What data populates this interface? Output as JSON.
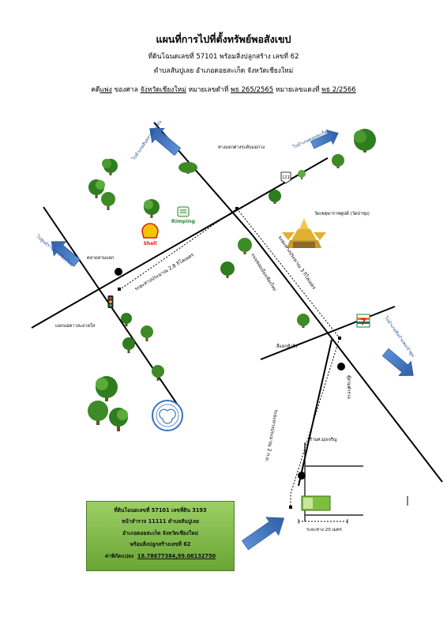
{
  "header": {
    "title": "แผนที่การไปที่ตั้งทรัพย์พอสังเขป",
    "line2": "ที่ดินโฉนดเลขที่ 57101 พร้อมสิ่งปลูกสร้าง เลขที่ 62",
    "line3": "ตำบลสันปูเลย อำเภอดอยสะเก็ด จังหวัดเชียงใหม่",
    "case": {
      "p1": "คดี",
      "case_type": "แพ่ง",
      "p2": " ของศาล ",
      "court": "จังหวัดเชียงใหม่",
      "p3": " หมายเลขดำที่ ",
      "black_no": "พธ 265/2565",
      "p4": " หมายเลขแดงที่ ",
      "red_no": "พธ 2/2566"
    }
  },
  "map": {
    "dir_top_left": "ไปอำเภอสันทรายบ้านมิน",
    "dir_top_right": "ไปอำเภอดอยสะเก็ด",
    "dir_left": "ไปศูนย์ราชการเชียงใหม่",
    "dir_right": "ไปอำเภอสันกำแพง/ลำพูน",
    "junction_maekuang": "ทางแยกต่างระดับแม่กวง",
    "road_sign": "121",
    "temple": "วัดเชตุพาราชคูปต์ (วัดป่าซุง)",
    "market": "ตลาดสามแยก",
    "junction_maekhao": "แยกแม่คาวสะอาดใส",
    "distance_28": "ระยะทางประมาณ 2.8 กิโลเมตร",
    "distance_3": "ระยะทางประมาณ 3 กิโลเมตร",
    "road_name": "ถนนซอยเมืองเชียงใหม่",
    "junction_harua": "สี่แยกห้าร้ว",
    "store_711": "7",
    "police": "ตู้ยามตำรวจ",
    "distance_2": "ระยะทางประมาณ 2 ก.ม.",
    "shop": "ร้านศ.มุ่งเจริญ",
    "distance_20m": "ระยะทาง 20 เมตร",
    "shell": "Shell",
    "rimping": "Rimping"
  },
  "info": {
    "line1": "ที่ดินโฉนดเลขที่ 57101 เลขที่ดิน 3193",
    "line2": "หน้าสำรวจ 11111 ตำบลสันปูเลย",
    "line3": "อำเภอดอยสะเก็ด จังหวัดเชียงใหม่",
    "line4": "พร้อมสิ่งปลูกสร้างเลขที่ 62",
    "coord_label": "ค่าพิกัดแปลง",
    "coord_value": "18.78677384,99.06132750"
  },
  "colors": {
    "arrow": "#3b6fbf",
    "tree_dark": "#2e7d1f",
    "tree_light": "#5caa3c",
    "info_box": "#8cc152",
    "temple_gold": "#e0b030"
  },
  "icons": [
    "arrow-icon",
    "tree-icon",
    "shell-logo",
    "rimping-logo",
    "temple-icon",
    "traffic-light-icon",
    "market-marker",
    "police-marker",
    "seven-eleven-logo",
    "university-seal",
    "property-marker"
  ]
}
